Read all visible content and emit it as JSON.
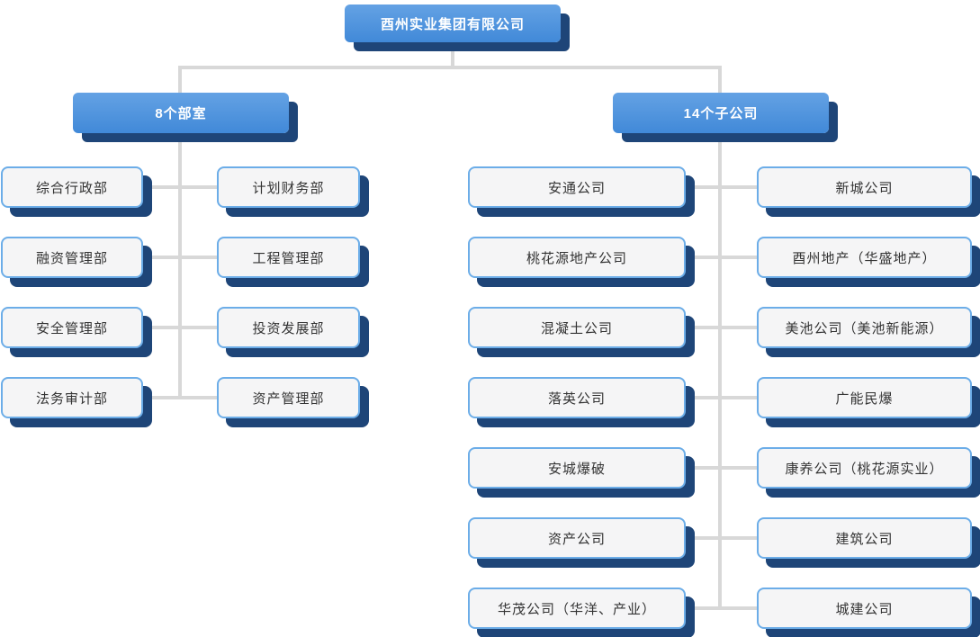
{
  "colors": {
    "accent_gradient_top": "#64a2e4",
    "accent_gradient_bottom": "#4189d8",
    "shadow_navy": "#1e4578",
    "light_box_bg": "#f5f5f6",
    "light_box_border": "#6cade8",
    "connector_gray": "#d8d8d8",
    "text_dark": "#333333",
    "text_light": "#ffffff"
  },
  "root": {
    "label": "酉州实业集团有限公司"
  },
  "left_branch": {
    "label": "8个部室",
    "col1": [
      "综合行政部",
      "融资管理部",
      "安全管理部",
      "法务审计部"
    ],
    "col2": [
      "计划财务部",
      "工程管理部",
      "投资发展部",
      "资产管理部"
    ]
  },
  "right_branch": {
    "label": "14个子公司",
    "col1": [
      "安通公司",
      "桃花源地产公司",
      "混凝土公司",
      "落英公司",
      "安城爆破",
      "资产公司",
      "华茂公司（华洋、产业）"
    ],
    "col2": [
      "新城公司",
      "酉州地产（华盛地产）",
      "美池公司（美池新能源）",
      "广能民爆",
      "康养公司（桃花源实业）",
      "建筑公司",
      "城建公司"
    ]
  }
}
